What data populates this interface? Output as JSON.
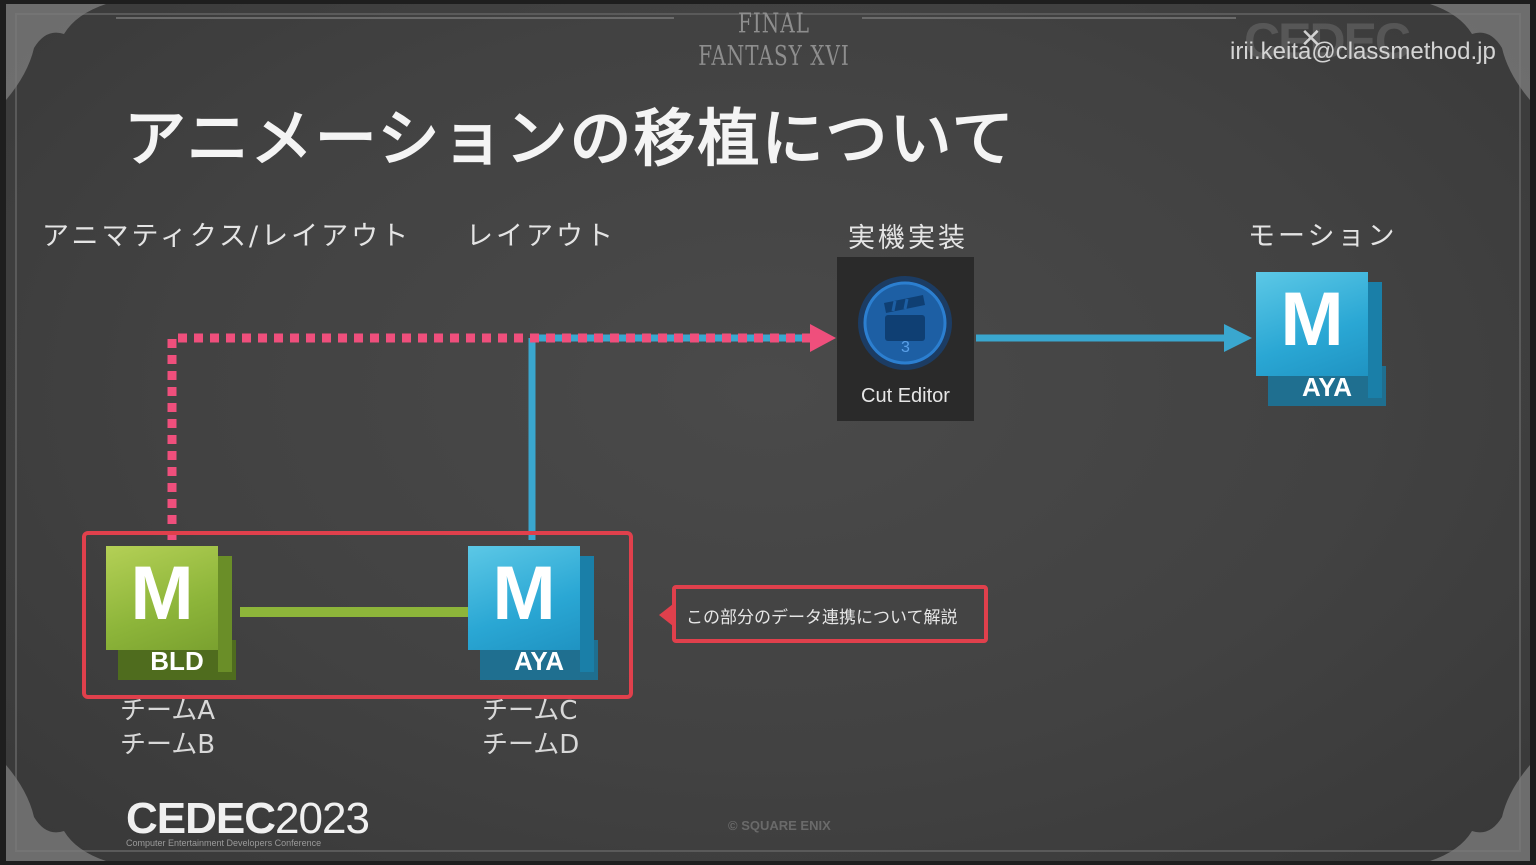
{
  "header": {
    "brand": "FINAL FANTASY XVI",
    "watermark_logo": "CEDEC",
    "email": "irii.keita@classmethod.jp"
  },
  "slide": {
    "title": "アニメーションの移植について"
  },
  "columns": {
    "animatics": "アニマティクス/レイアウト",
    "layout": "レイアウト",
    "implementation": "実機実装",
    "motion": "モーション"
  },
  "tools": {
    "bld": {
      "letter": "M",
      "tag": "BLD"
    },
    "aya_left": {
      "letter": "M",
      "tag": "AYA"
    },
    "aya_right": {
      "letter": "M",
      "tag": "AYA"
    },
    "cut_editor": {
      "label": "Cut Editor",
      "badge": "3"
    }
  },
  "teams": {
    "left": [
      "チームA",
      "チームB"
    ],
    "right": [
      "チームC",
      "チームD"
    ]
  },
  "callout": {
    "text": "この部分のデータ連携について解説"
  },
  "footer": {
    "logo_bold": "CEDEC",
    "logo_year": "2023",
    "logo_sub": "Computer Entertainment Developers Conference",
    "copyright": "© SQUARE ENIX"
  },
  "colors": {
    "pink_flow": "#ef4f7c",
    "blue_flow": "#3aa7cf",
    "green_link": "#8db53a",
    "highlight_red": "#e0404c"
  }
}
